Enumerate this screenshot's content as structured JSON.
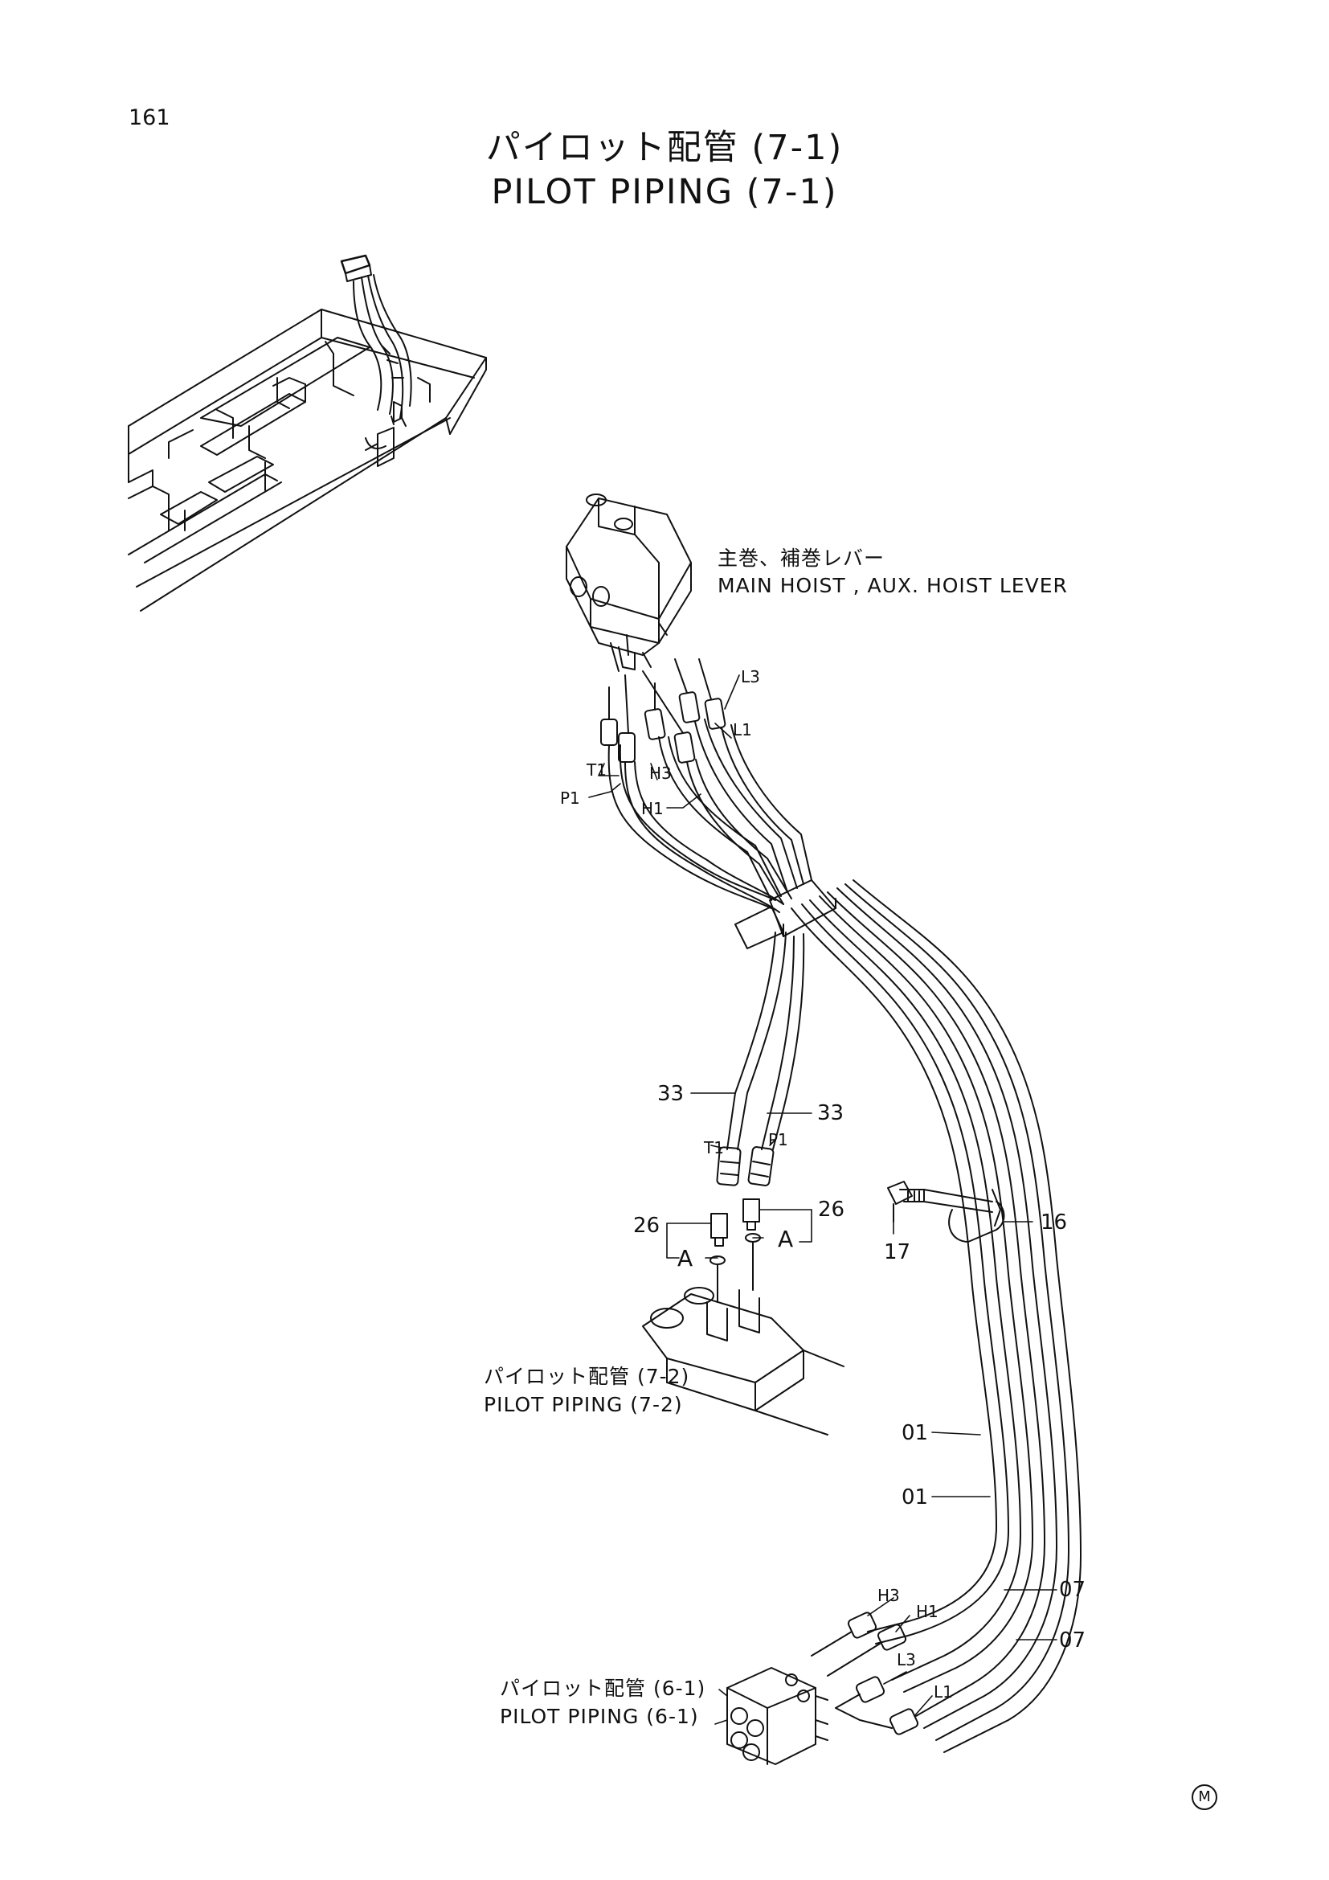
{
  "page_number": "161",
  "title_jp": "パイロット配管 (7-1)",
  "title_en": "PILOT PIPING (7-1)",
  "lever_label_jp": "主巻、補巻レバー",
  "lever_label_en": "MAIN HOIST , AUX. HOIST LEVER",
  "ref_7_2_jp": "パイロット配管 (7-2)",
  "ref_7_2_en": "PILOT PIPING (7-2)",
  "ref_6_1_jp": "パイロット配管 (6-1)",
  "ref_6_1_en": "PILOT PIPING (6-1)",
  "port_labels": {
    "l3_top": "L3",
    "l1_top": "L1",
    "t1_top": "T1",
    "h3_top": "H3",
    "p1_top": "P1",
    "h1_top": "H1",
    "t1_mid": "T1",
    "p1_mid": "P1",
    "a_left": "A",
    "a_right": "A",
    "h3_bot": "H3",
    "h1_bot": "H1",
    "l3_bot": "L3",
    "l1_bot": "L1"
  },
  "part_numbers": {
    "n33_left": "33",
    "n33_right": "33",
    "n26_left": "26",
    "n26_right": "26",
    "n17": "17",
    "n16": "16",
    "n01_a": "01",
    "n01_b": "01",
    "n07_a": "07",
    "n07_b": "07"
  },
  "maker_mark": "M"
}
